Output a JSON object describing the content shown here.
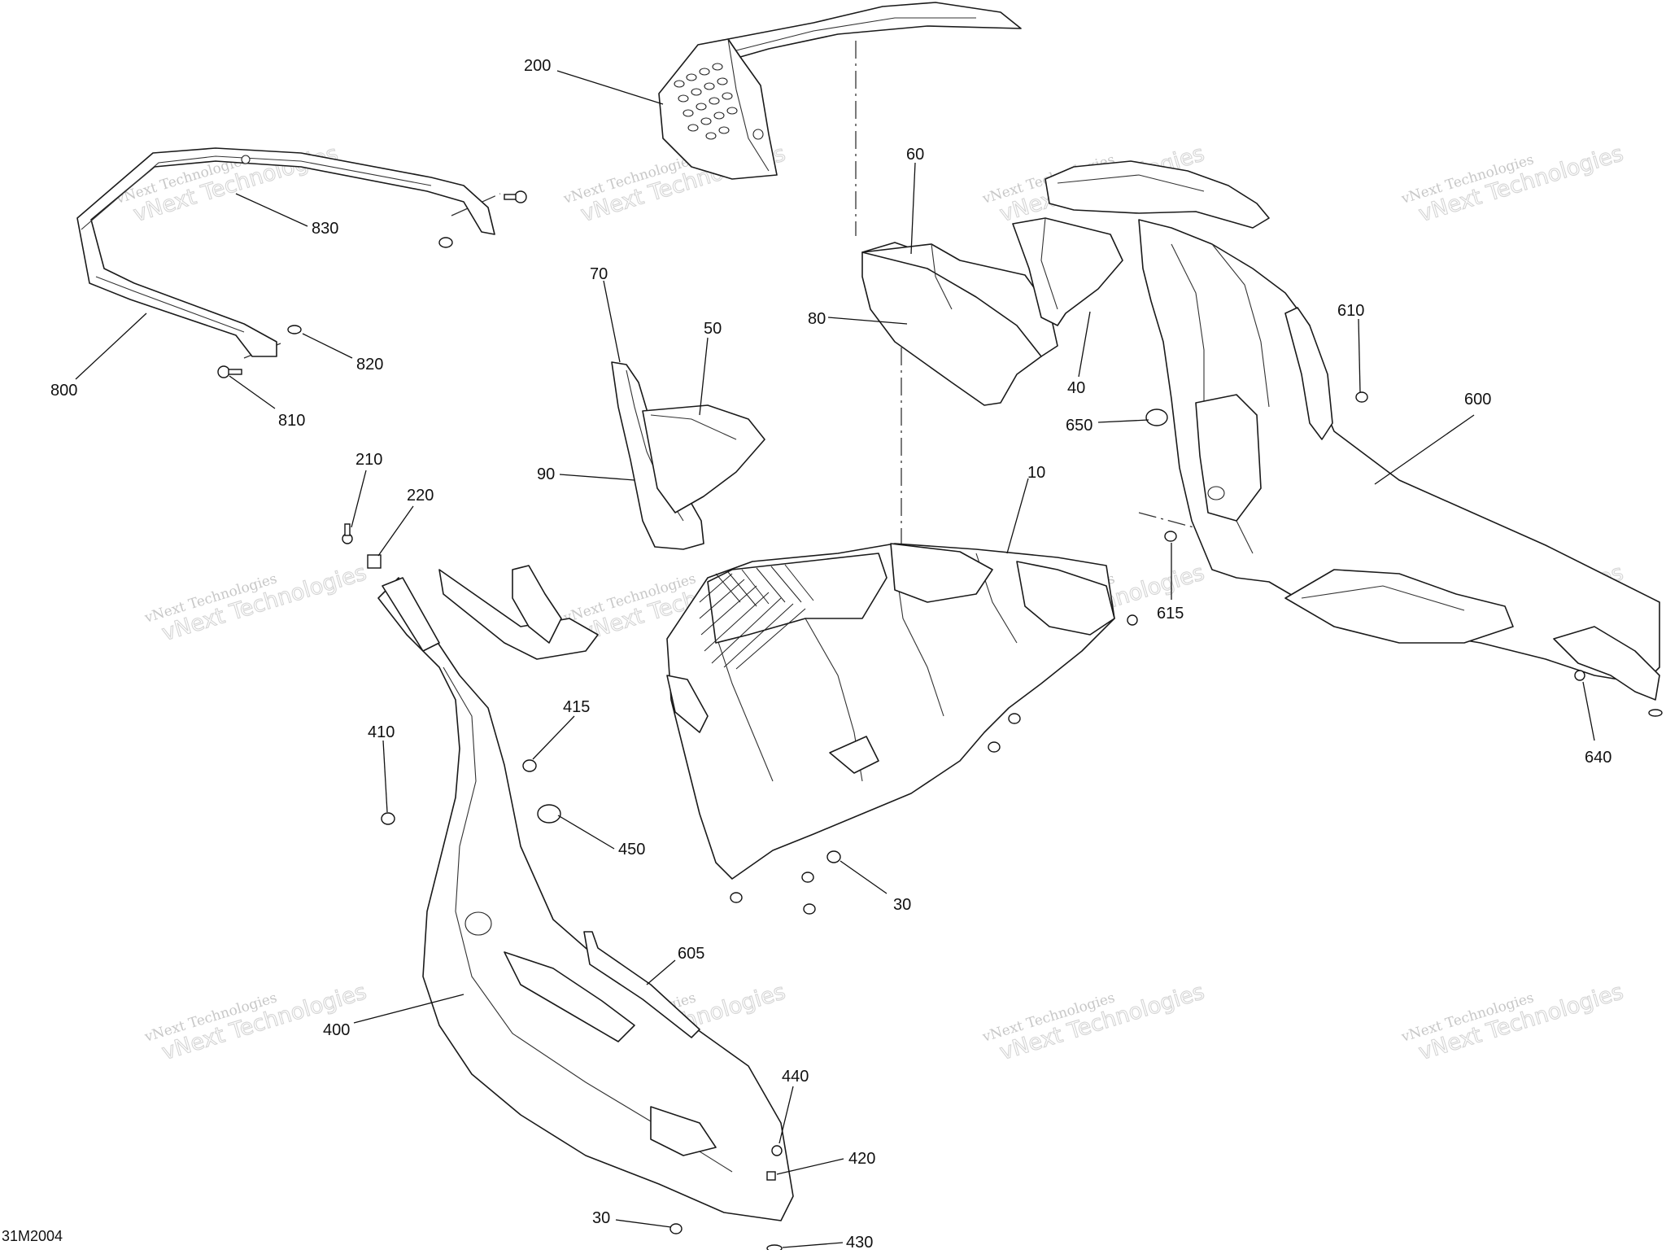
{
  "diagram": {
    "drawing_code": "31M2004",
    "watermark": {
      "line1": "vNext Technologies",
      "line2": "vNext Technologies"
    },
    "callouts": [
      "200",
      "830",
      "800",
      "820",
      "810",
      "70",
      "50",
      "90",
      "60",
      "80",
      "40",
      "610",
      "600",
      "650",
      "10",
      "615",
      "640",
      "210",
      "220",
      "410",
      "415",
      "450",
      "400",
      "605",
      "30",
      "440",
      "420",
      "430"
    ]
  }
}
